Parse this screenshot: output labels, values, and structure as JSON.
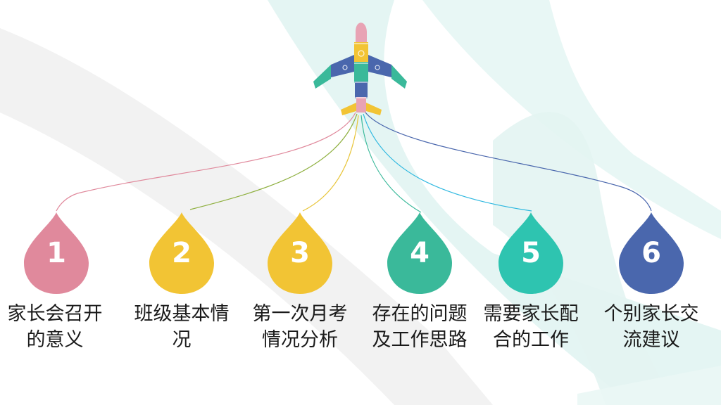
{
  "colors": {
    "pink": "#e0899c",
    "yellow": "#f2c434",
    "green": "#3ab99a",
    "teal": "#2ec4b0",
    "blue": "#4a67ad",
    "bg_teal": "#d7f1ef",
    "bg_gray": "#efefef"
  },
  "items": [
    {
      "number": "1",
      "label": "家长会召开的意义"
    },
    {
      "number": "2",
      "label": "班级基本情况"
    },
    {
      "number": "3",
      "label": "第一次月考情况分析"
    },
    {
      "number": "4",
      "label": "存在的问题及工作思路"
    },
    {
      "number": "5",
      "label": "需要家长配合的工作"
    },
    {
      "number": "6",
      "label": "个别家长交流建议"
    }
  ]
}
